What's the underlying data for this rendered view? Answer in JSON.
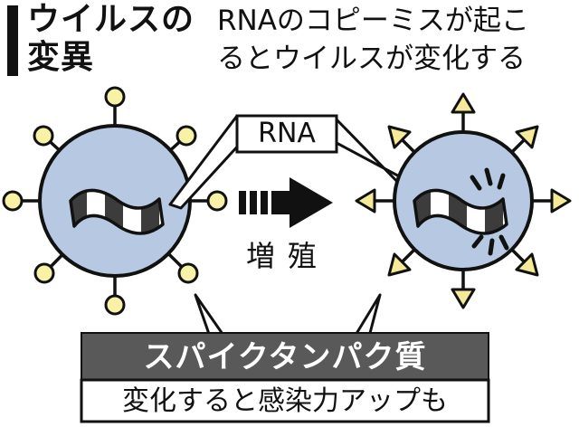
{
  "title": {
    "line1": "ウイルスの",
    "line2": "変異"
  },
  "subtitle": {
    "line1": "RNAのコピーミスが起こ",
    "line2": "るとウイルスが変化する"
  },
  "labels": {
    "rna": "RNA",
    "proliferation": "増殖",
    "spike_protein": "スパイクタンパク質",
    "spike_description": "変化すると感染力アップも"
  },
  "colors": {
    "virus_fill": "#b7c9e2",
    "spike_round": "#f8f2a6",
    "spike_triangle": "#f6ea9a",
    "label_box": "#595959",
    "ink": "#111111"
  },
  "icons": {
    "arrow": "right-arrow-icon",
    "mutation": "mutation-burst-icon"
  }
}
